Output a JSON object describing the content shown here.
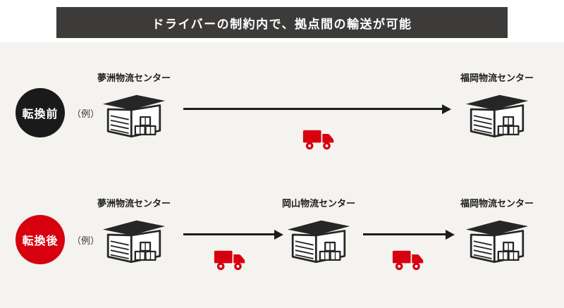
{
  "header": {
    "title": "ドライバーの制約内で、拠点間の輸送が可能"
  },
  "colors": {
    "accent_red": "#d7000f",
    "ink": "#1c1c1c",
    "header_bg": "#3d3b3a",
    "content_bg": "#f5f3ef",
    "badge_before_bg": "#1a1a1a",
    "badge_after_bg": "#d7000f"
  },
  "icons": {
    "warehouse": "warehouse-building-with-packages",
    "truck": "delivery-truck",
    "arrow": "right-arrow"
  },
  "rows": [
    {
      "badge_label": "転換前",
      "example_label": "（例）",
      "nodes": [
        {
          "label": "夢洲物流センター"
        },
        {
          "label": "福岡物流センター"
        }
      ],
      "truck_count": 1
    },
    {
      "badge_label": "転換後",
      "example_label": "（例）",
      "nodes": [
        {
          "label": "夢洲物流センター"
        },
        {
          "label": "岡山物流センター"
        },
        {
          "label": "福岡物流センター"
        }
      ],
      "truck_count": 2
    }
  ]
}
